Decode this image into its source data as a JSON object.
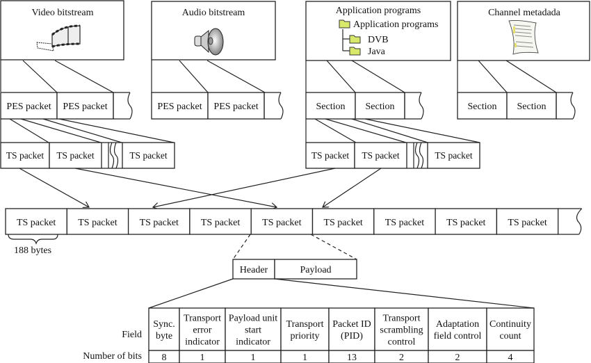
{
  "sources": [
    {
      "title": "Video bitstream",
      "icon": "film-reel-icon"
    },
    {
      "title": "Audio bitstream",
      "icon": "speaker-icon"
    },
    {
      "title": "Application programs",
      "icon": "folder-tree-icon",
      "tree": {
        "root": "Application programs",
        "children": [
          "DVB",
          "Java"
        ]
      }
    },
    {
      "title": "Channel metadada",
      "icon": "document-icon"
    }
  ],
  "level2": [
    {
      "cells": [
        "PES packet",
        "PES packet"
      ]
    },
    {
      "cells": [
        "PES packet",
        "PES packet"
      ]
    },
    {
      "cells": [
        "Section",
        "Section"
      ]
    },
    {
      "cells": [
        "Section",
        "Section"
      ]
    }
  ],
  "level3": [
    {
      "cells": [
        "TS packet",
        "TS packet",
        "TS packet"
      ]
    },
    {
      "cells": [
        "TS packet",
        "TS packet",
        "TS packet"
      ]
    }
  ],
  "multiplex": {
    "cells": [
      "TS packet",
      "TS packet",
      "TS packet",
      "TS packet",
      "TS packet",
      "TS packet",
      "TS packet",
      "TS packet",
      "TS packet"
    ],
    "size_label": "188 bytes"
  },
  "packet_split": {
    "header": "Header",
    "payload": "Payload"
  },
  "header_table": {
    "row_labels": [
      "Field",
      "Number of bits"
    ],
    "fields": [
      {
        "name": [
          "Sync.",
          "byte"
        ],
        "bits": "8"
      },
      {
        "name": [
          "Transport",
          "error",
          "indicator"
        ],
        "bits": "1"
      },
      {
        "name": [
          "Payload unit",
          "start",
          "indicator"
        ],
        "bits": "1"
      },
      {
        "name": [
          "Transport",
          "priority"
        ],
        "bits": "1"
      },
      {
        "name": [
          "Packet ID",
          "(PID)"
        ],
        "bits": "13"
      },
      {
        "name": [
          "Transport",
          "scrambling",
          "control"
        ],
        "bits": "2"
      },
      {
        "name": [
          "Adaptation",
          "field control"
        ],
        "bits": "2"
      },
      {
        "name": [
          "Continuity",
          "count"
        ],
        "bits": "4"
      }
    ]
  },
  "colors": {
    "folder": "#d8e86a",
    "folder_stroke": "#333333",
    "line": "#222222"
  }
}
